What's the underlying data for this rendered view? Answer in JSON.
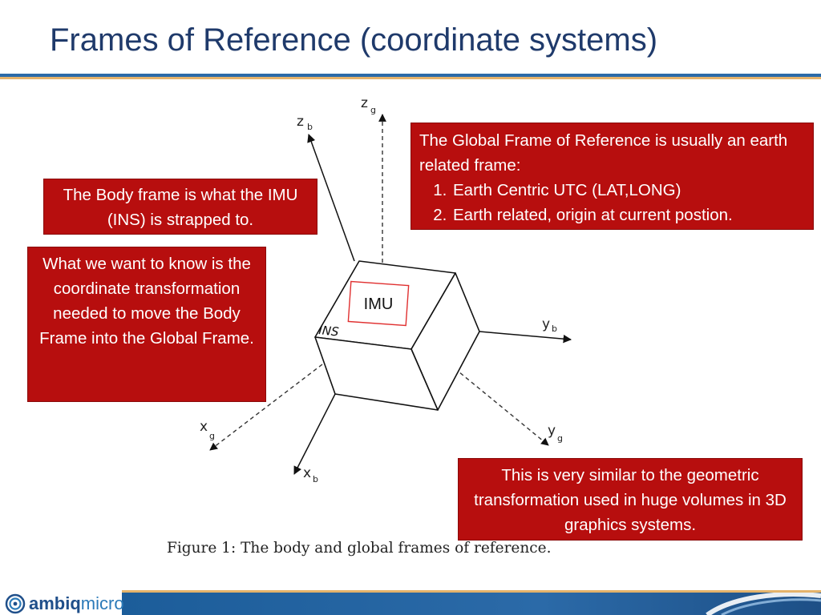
{
  "slide": {
    "title": "Frames of Reference (coordinate systems)"
  },
  "callouts": {
    "body_frame": "The Body frame is what the IMU (INS) is strapped to.",
    "want_to_know": "What we want to know is the coordinate transformation needed to move the Body Frame into the Global Frame.",
    "global_frame": {
      "intro": "The Global Frame of Reference is usually an earth related frame:",
      "items": [
        "Earth Centric UTC (LAT,LONG)",
        "Earth related, origin at current postion."
      ]
    },
    "similar": "This is very similar to the geometric transformation used in huge volumes in 3D graphics systems."
  },
  "diagram": {
    "imu_label": "IMU",
    "ins_label": "INS",
    "axes": {
      "zg": {
        "main": "z",
        "sub": "g"
      },
      "zb": {
        "main": "z",
        "sub": "b"
      },
      "yb": {
        "main": "y",
        "sub": "b"
      },
      "yg": {
        "main": "y",
        "sub": "g"
      },
      "xg": {
        "main": "x",
        "sub": "g"
      },
      "xb": {
        "main": "x",
        "sub": "b"
      }
    },
    "caption": "Figure 1:  The body and global frames of reference."
  },
  "footer": {
    "logo_part1": "ambiq",
    "logo_part2": "micro",
    "logo_icon": "ambiq-swirl-icon"
  },
  "colors": {
    "title": "#1f3a6b",
    "callout_bg": "#b70e0e",
    "accent_blue": "#2b6aa8",
    "accent_gold": "#e4b36b",
    "imu_border": "#e03030"
  }
}
